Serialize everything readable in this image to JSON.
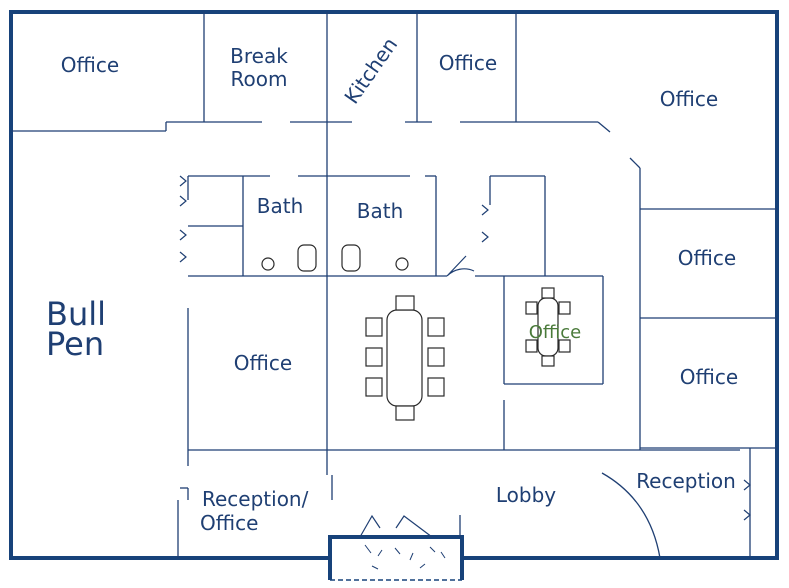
{
  "floor_plan": {
    "rooms": {
      "office_top_left": "Office",
      "break_room_line1": "Break",
      "break_room_line2": "Room",
      "kitchen": "Kitchen",
      "office_top_mid": "Office",
      "office_top_right": "Office",
      "bath_left": "Bath",
      "bath_right": "Bath",
      "bull_pen_line1": "Bull",
      "bull_pen_line2": "Pen",
      "office_center": "Office",
      "office_small": "Office",
      "office_right_1": "Office",
      "office_right_2": "Office",
      "reception_office_line1": "Reception/",
      "reception_office_line2": "Office",
      "lobby": "Lobby",
      "reception": "Reception"
    },
    "colors": {
      "walls": "#1f3f73",
      "exterior": "#17427a",
      "labels": "#1f3f73",
      "furniture": "#2a2a2a"
    }
  }
}
